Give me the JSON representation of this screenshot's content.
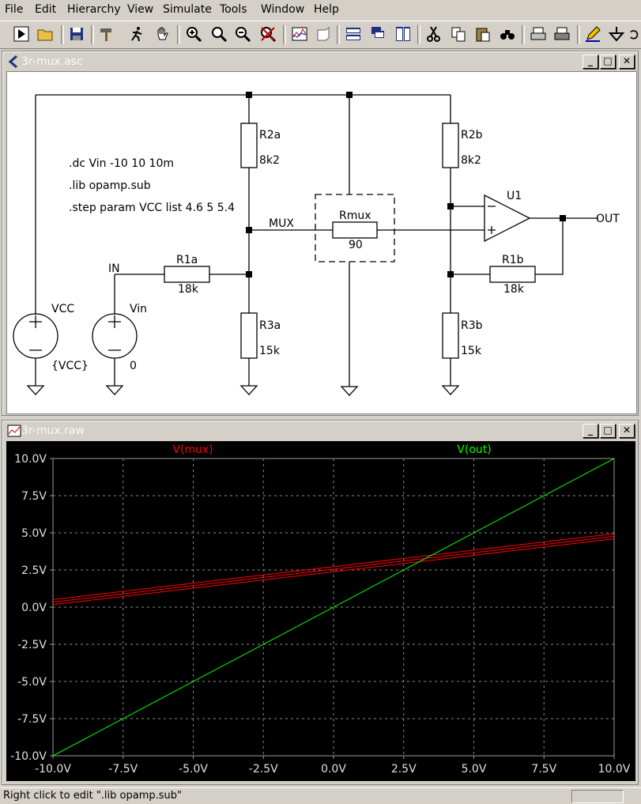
{
  "menu": [
    "File",
    "Edit",
    "Hierarchy",
    "View",
    "Simulate",
    "Tools",
    "Window",
    "Help"
  ],
  "toolbar_icons": [
    "run-icon",
    "open-folder-icon",
    "save-icon",
    "hammer-icon",
    "run-man-icon",
    "hand-icon",
    "zoom-in-icon",
    "zoom-area-icon",
    "zoom-out-icon",
    "zoom-cancel-icon",
    "waveform-icon",
    "3d-icon",
    "tile-horizontal-icon",
    "cascade-icon",
    "tile-icon",
    "cut-icon",
    "copy-icon",
    "paste-icon",
    "find-icon",
    "print-icon",
    "print-setup-icon",
    "pencil-icon",
    "ground-icon",
    "undo-icon"
  ],
  "schematic_window": {
    "title": "3r-mux.asc",
    "directives": [
      ".dc Vin -10 10 10m",
      ".lib opamp.sub",
      ".step param VCC list 4.6 5 5.4"
    ],
    "components": {
      "r2a": {
        "name": "R2a",
        "value": "8k2"
      },
      "r2b": {
        "name": "R2b",
        "value": "8k2"
      },
      "rmux": {
        "name": "Rmux",
        "value": "90"
      },
      "r1a": {
        "name": "R1a",
        "value": "18k"
      },
      "r1b": {
        "name": "R1b",
        "value": "18k"
      },
      "r3a": {
        "name": "R3a",
        "value": "15k"
      },
      "r3b": {
        "name": "R3b",
        "value": "15k"
      },
      "vcc": {
        "name": "VCC",
        "value": "{VCC}"
      },
      "vin": {
        "name": "Vin",
        "value": "0"
      },
      "u1": {
        "name": "U1"
      }
    },
    "net_labels": {
      "mux": "MUX",
      "in": "IN",
      "out": "OUT"
    }
  },
  "waveform_window": {
    "title": "3r-mux.raw",
    "traces": [
      {
        "name": "V(mux)",
        "color": "#ff0000"
      },
      {
        "name": "V(out)",
        "color": "#00ff00"
      }
    ]
  },
  "chart_data": {
    "type": "line",
    "xlabel": "",
    "ylabel": "",
    "xlim": [
      -10,
      10
    ],
    "ylim": [
      -10,
      10
    ],
    "x_ticks": [
      "-10.0V",
      "-7.5V",
      "-5.0V",
      "-2.5V",
      "0.0V",
      "2.5V",
      "5.0V",
      "7.5V",
      "10.0V"
    ],
    "y_ticks": [
      "10.0V",
      "7.5V",
      "5.0V",
      "2.5V",
      "0.0V",
      "-2.5V",
      "-5.0V",
      "-7.5V",
      "-10.0V"
    ],
    "grid": true,
    "series": [
      {
        "name": "V(mux)",
        "color": "#ff0000",
        "x": [
          -10,
          10
        ],
        "y": [
          0.17,
          4.6
        ]
      },
      {
        "name": "V(mux)",
        "color": "#ff0000",
        "x": [
          -10,
          10
        ],
        "y": [
          0.34,
          4.77
        ]
      },
      {
        "name": "V(mux)",
        "color": "#ff0000",
        "x": [
          -10,
          10
        ],
        "y": [
          0.51,
          4.94
        ]
      },
      {
        "name": "V(out)",
        "color": "#00ff00",
        "x": [
          -10,
          10
        ],
        "y": [
          -10,
          10
        ]
      }
    ]
  },
  "status": {
    "text": "Right click to edit \".lib opamp.sub\""
  }
}
